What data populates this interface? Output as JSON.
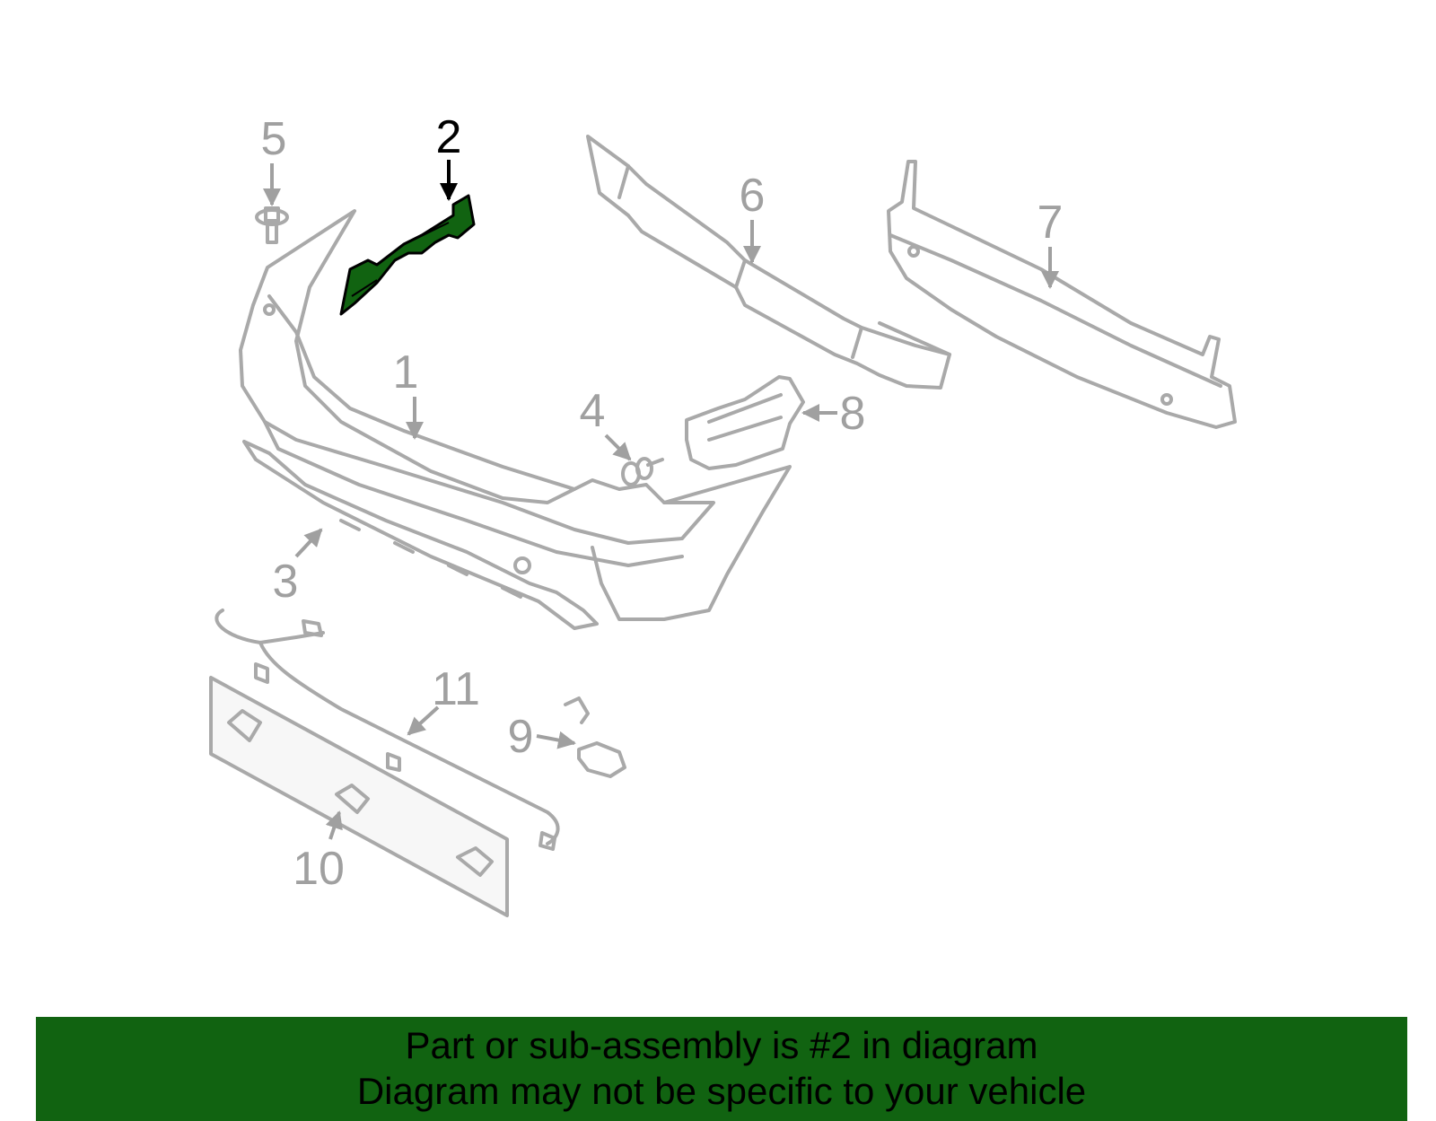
{
  "diagram": {
    "highlighted_part": "2",
    "highlight_color": "#116311",
    "part_color": "#a9a9a9",
    "callouts": [
      "1",
      "2",
      "3",
      "4",
      "5",
      "6",
      "7",
      "8",
      "9",
      "10",
      "11"
    ]
  },
  "banner": {
    "line1": "Part or sub-assembly is #2 in diagram",
    "line2": "Diagram may not be specific to your vehicle",
    "background": "#116311"
  }
}
